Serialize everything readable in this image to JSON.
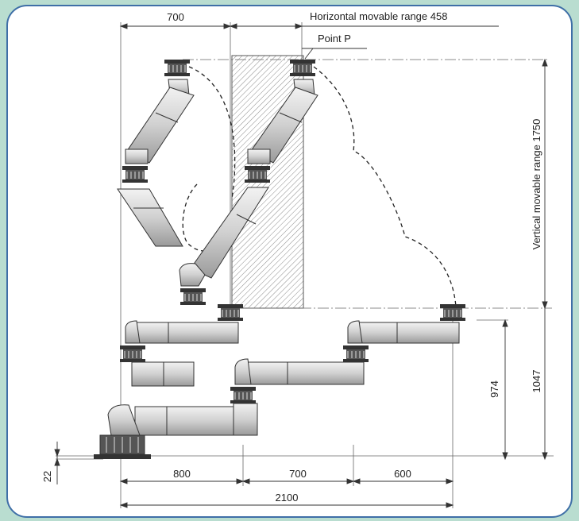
{
  "labels": {
    "top_700": "700",
    "horizontal_range": "Horizontal movable range 458",
    "point_p": "Point P",
    "vertical_range": "Vertical movable range 1750",
    "dim_974": "974",
    "dim_1047": "1047",
    "dim_22": "22",
    "bottom_800": "800",
    "bottom_700": "700",
    "bottom_600": "600",
    "bottom_2100": "2100"
  },
  "colors": {
    "border": "#3f6fa7",
    "background": "#b9ddd0",
    "arm_fill": "#d9d9d9",
    "arm_dark": "#333333"
  }
}
